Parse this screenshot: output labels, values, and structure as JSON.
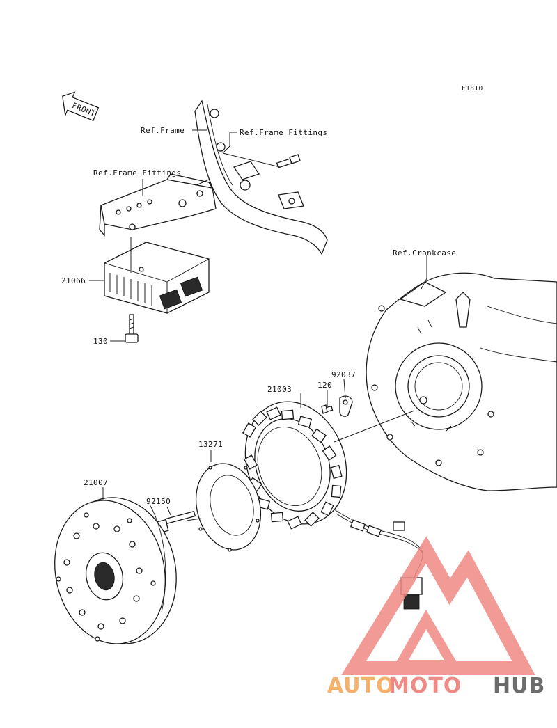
{
  "diagram": {
    "code": "E1810",
    "front_label": "FRONT",
    "labels": {
      "ref_frame": "Ref.Frame",
      "ref_frame_fittings_top": "Ref.Frame Fittings",
      "ref_frame_fittings_left": "Ref.Frame Fittings",
      "ref_crankcase": "Ref.Crankcase",
      "p21066": "21066",
      "p130": "130",
      "p120": "120",
      "p92037": "92037",
      "p21003": "21003",
      "p13271": "13271",
      "p21007": "21007",
      "p92150": "92150"
    }
  },
  "watermark": {
    "part1": "AUTO",
    "part2": "MOTO",
    "part3": "HUB",
    "colors": {
      "auto": "#f5b06a",
      "moto": "#f08a84",
      "hub": "#6b6b6b",
      "logo": "#f08a84"
    }
  }
}
